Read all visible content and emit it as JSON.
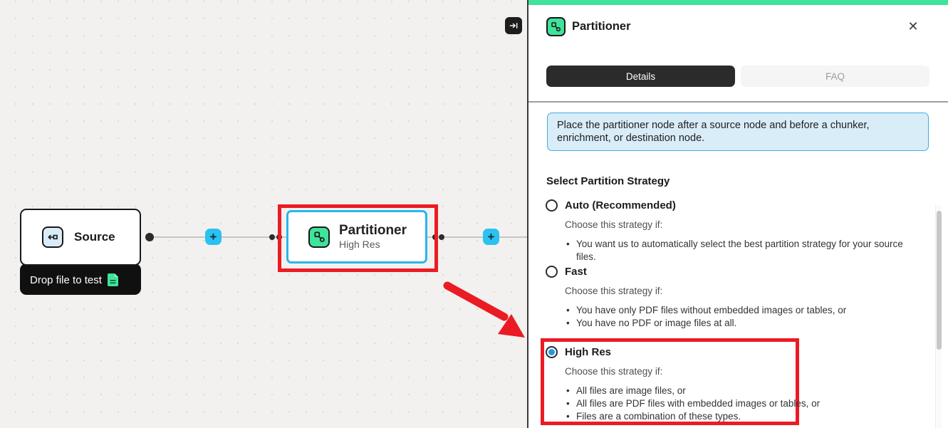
{
  "canvas": {
    "collapse_button": {
      "icon": "collapse-right-icon"
    },
    "source": {
      "title": "Source",
      "badge": "Drop file to test",
      "icon": "source-input-icon",
      "badge_icon": "green-document-icon"
    },
    "partitioner": {
      "title": "Partitioner",
      "subtitle": "High Res",
      "icon": "partitioner-icon"
    },
    "plus_icon": "+",
    "annotations": [
      "red box around Partitioner node",
      "red arrow pointing to High Res option"
    ]
  },
  "panel": {
    "title": "Partitioner",
    "title_icon": "partitioner-icon",
    "close_icon": "✕",
    "tabs": [
      {
        "label": "Details",
        "active": true
      },
      {
        "label": "FAQ",
        "active": false
      }
    ],
    "info_text": "Place the partitioner node after a source node and before a chunker, enrichment, or destination node.",
    "section_title": "Select Partition Strategy",
    "options": [
      {
        "label": "Auto (Recommended)",
        "selected": false,
        "highlighted": false,
        "intro": "Choose this strategy if:",
        "bullets": [
          "You want us to automatically select the best partition strategy for your source files."
        ]
      },
      {
        "label": "Fast",
        "selected": false,
        "highlighted": false,
        "intro": "Choose this strategy if:",
        "bullets": [
          "You have only PDF files without embedded images or tables, or",
          "You have no PDF or image files at all."
        ]
      },
      {
        "label": "High Res",
        "selected": true,
        "highlighted": true,
        "intro": "Choose this strategy if:",
        "bullets": [
          "All files are image files, or",
          "All files are PDF files with embedded images or tables, or",
          "Files are a combination of these types."
        ]
      }
    ]
  },
  "colors": {
    "accent_green": "#3fe39a",
    "plus_cyan": "#2bc1f1",
    "selected_node_border": "#29b6ea",
    "info_border": "#41ade3",
    "info_bg": "#d9edf9",
    "annotation_red": "#eb1b24",
    "radio_blue": "#1e9be0",
    "tab_active_bg": "#2b2b2b",
    "canvas_bg": "#f2f1ef"
  }
}
